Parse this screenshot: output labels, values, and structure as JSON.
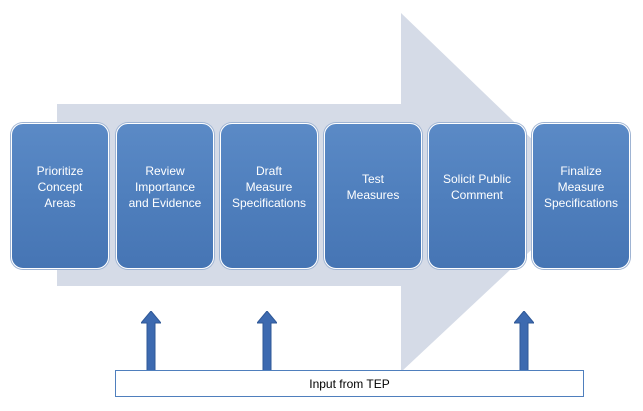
{
  "process": {
    "steps": [
      {
        "label": "Prioritize\nConcept\nAreas"
      },
      {
        "label": "Review\nImportance\nand Evidence"
      },
      {
        "label": "Draft\nMeasure\nSpecifications"
      },
      {
        "label": "Test\nMeasures"
      },
      {
        "label": "Solicit Public\nComment"
      },
      {
        "label": "Finalize\nMeasure\nSpecifications"
      }
    ],
    "input": {
      "label": "Input from TEP"
    }
  },
  "colors": {
    "big_arrow": "#d5dbe7",
    "step_fill": "#4f7fbd",
    "step_border": "#ffffff",
    "up_arrow": "#3d6ab0",
    "input_border": "#4f7fbd"
  }
}
